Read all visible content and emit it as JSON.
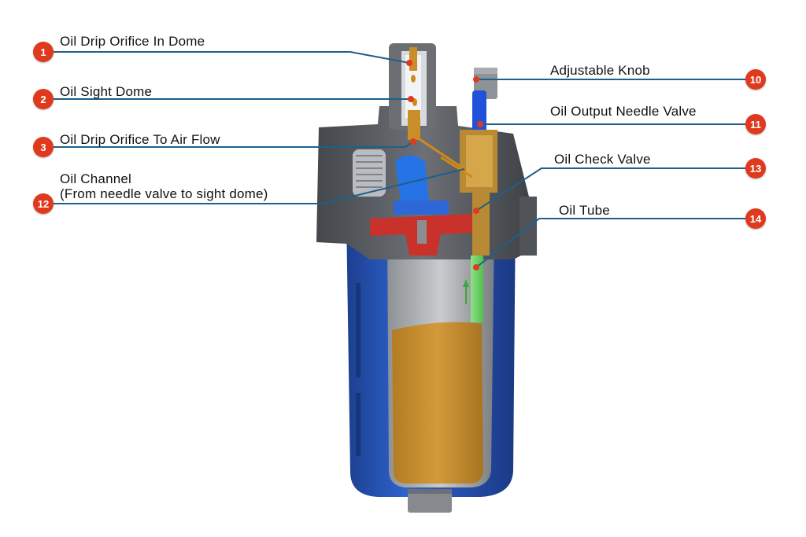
{
  "callouts": [
    {
      "num": "1",
      "label": "Oil Drip Orifice In Dome"
    },
    {
      "num": "2",
      "label": "Oil Sight Dome"
    },
    {
      "num": "3",
      "label": "Oil Drip Orifice To Air Flow"
    },
    {
      "num": "12",
      "label_line1": "Oil Channel",
      "label_line2": "(From needle valve to sight dome)"
    },
    {
      "num": "10",
      "label": "Adjustable Knob"
    },
    {
      "num": "11",
      "label": "Oil Output Needle Valve"
    },
    {
      "num": "13",
      "label": "Oil Check Valve"
    },
    {
      "num": "14",
      "label": "Oil Tube"
    }
  ],
  "colors": {
    "badge": "#e03a1e",
    "leader_line": "#1f5f8b",
    "bowl_blue": "#2455b8",
    "oil": "#c78e2f",
    "body_gray": "#5e6166",
    "red_part": "#c9322b"
  }
}
